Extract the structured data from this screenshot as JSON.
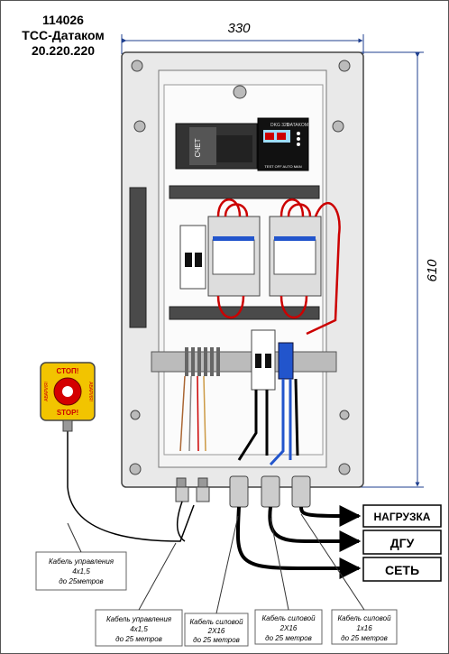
{
  "title": {
    "line1": "114026",
    "line2": "ТСС-Датаком",
    "line3": "20.220.220"
  },
  "dimensions": {
    "width": "330",
    "height": "610"
  },
  "outputs": {
    "load": "НАГРУЗКА",
    "generator": "ДГУ",
    "grid": "СЕТЬ"
  },
  "estop": {
    "top_label": "СТОП!",
    "bottom_label": "STOP!",
    "left_label": "АВАРИЯ!",
    "right_label": "АВАРИЯ!"
  },
  "controller": {
    "brand": "DATAKOM",
    "model": "DKG 329",
    "buttons": "TEST OFF AUTO MAN"
  },
  "meter_brand": "СЧЕТ",
  "cables": [
    {
      "line1": "Кабель управления",
      "line2": "4x1,5",
      "line3": "до 25метров"
    },
    {
      "line1": "Кабель управления",
      "line2": "4x1,5",
      "line3": "до 25 метров"
    },
    {
      "line1": "Кабель силовой",
      "line2": "2X16",
      "line3": "до 25 метров"
    },
    {
      "line1": "Кабель силовой",
      "line2": "2X16",
      "line3": "до 25 метров"
    },
    {
      "line1": "Кабель силовой",
      "line2": "1x16",
      "line3": "до 25 метров"
    }
  ],
  "colors": {
    "cabinet": "#e6e6e6",
    "dimension_line": "#1f3f8f",
    "wire_red": "#cc0000",
    "wire_blue": "#2255cc",
    "estop_yellow": "#f2c400"
  }
}
